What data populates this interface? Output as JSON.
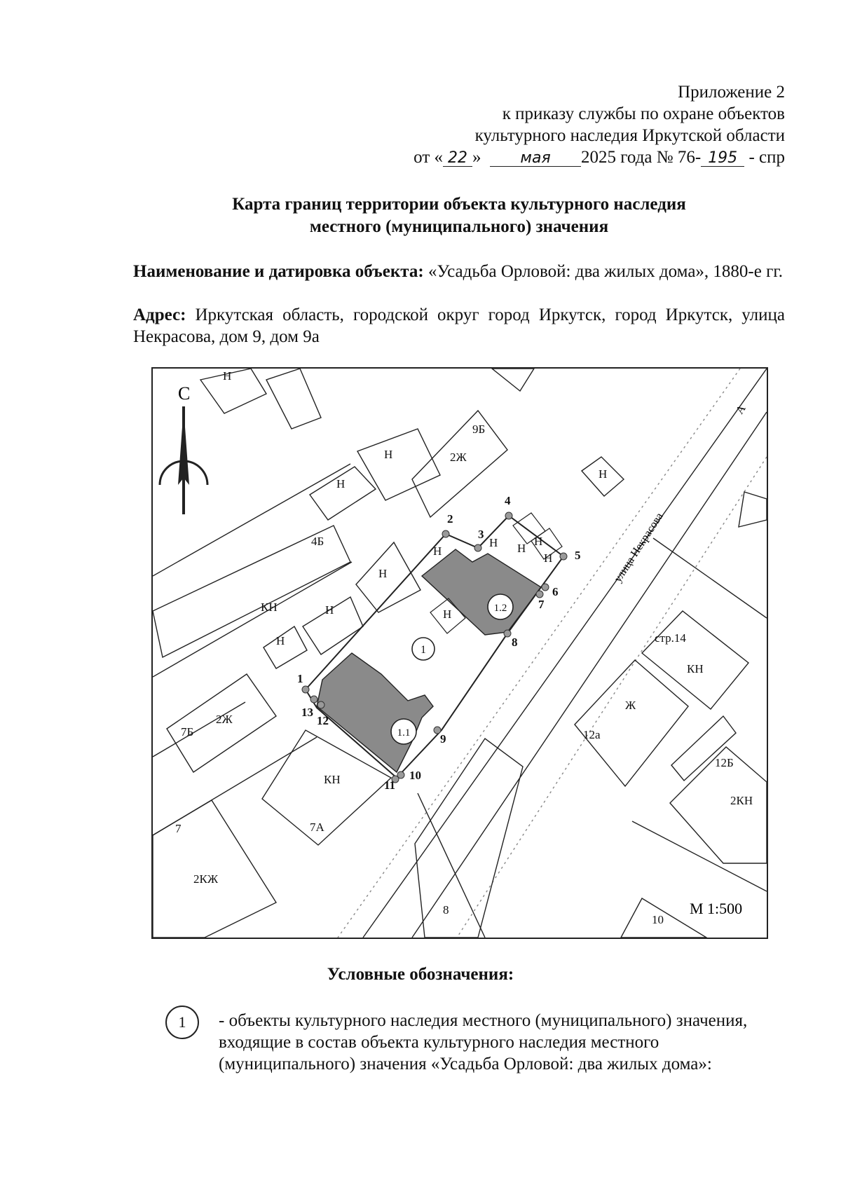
{
  "header": {
    "line1": "Приложение 2",
    "line2": "к приказу службы по охране объектов",
    "line3": "культурного наследия Иркутской области",
    "date_prefix": "от «",
    "day": "22",
    "date_mid": "»",
    "month": "мая",
    "year_text": "2025 года № 76-",
    "number": "195",
    "suffix": " - спр"
  },
  "title": {
    "line1": "Карта границ территории объекта культурного наследия",
    "line2": "местного (муниципального) значения"
  },
  "object": {
    "name_label": "Наименование и датировка объекта:",
    "name_value": " «Усадьба Орловой: два жилых дома», 1880-е гг.",
    "address_label": "Адрес:",
    "address_value": " Иркутская область, городской округ город Иркутск, город Иркутск, улица Некрасова, дом 9, дом 9а"
  },
  "map": {
    "north": "С",
    "scale": "М 1:500",
    "street": "улица Некрасова",
    "road_mark": "А",
    "object_ids": [
      "1",
      "1.1",
      "1.2"
    ],
    "points": [
      "1",
      "2",
      "3",
      "4",
      "5",
      "6",
      "7",
      "8",
      "9",
      "10",
      "11",
      "12",
      "13"
    ],
    "labels": {
      "n": "Н",
      "kn": "КН",
      "zh": "Ж",
      "two_zh": "2Ж",
      "two_kn": "2КН",
      "two_kzh": "2КЖ",
      "b9": "9Б",
      "b4": "4Б",
      "b7": "7Б",
      "a7": "7А",
      "n7": "7",
      "n8": "8",
      "n10": "10",
      "a12": "12а",
      "b12": "12Б",
      "str14": "стр.14"
    },
    "colors": {
      "building_fill": "#8a8a8a",
      "boundary": "#222222",
      "point": "#9a9a9a"
    }
  },
  "legend": {
    "title": "Условные обозначения:",
    "symbol": "1",
    "text": "- объекты культурного наследия местного (муниципального) значения, входящие в состав объекта культурного наследия местного (муниципального) значения «Усадьба Орловой: два жилых дома»:"
  }
}
